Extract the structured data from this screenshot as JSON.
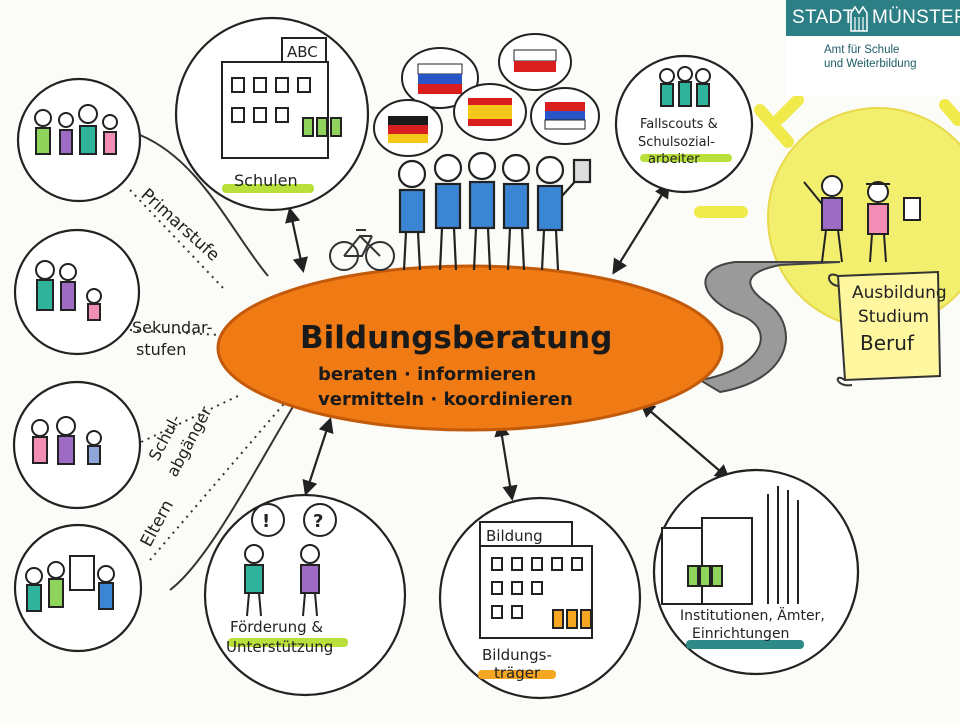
{
  "logo": {
    "part1": "STADT",
    "part2": "MÜNSTER",
    "line1": "Amt für Schule",
    "line2": "und Weiterbildung"
  },
  "colors": {
    "center": "#f07a14",
    "highlight_green": "#b9e03a",
    "highlight_teal": "#2e8a88",
    "highlight_orange": "#f5a623",
    "sun": "#f3ef6e",
    "scroll": "#fff6a0"
  },
  "center": {
    "title": "Bildungsberatung",
    "line1": "beraten · informieren",
    "line2": "vermitteln · koordinieren"
  },
  "flags": [
    "Russia",
    "Poland",
    "Germany",
    "Spain",
    "Serbia"
  ],
  "stages": {
    "primar": "Primarstufe",
    "sekundar1": "Sekundar-",
    "sekundar2": "stufen",
    "abg1": "Schul-",
    "abg2": "abgänger",
    "eltern": "Eltern"
  },
  "nodes": {
    "schulen": {
      "sign": "ABC",
      "label": "Schulen"
    },
    "fallscouts": {
      "line1": "Fallscouts &",
      "line2": "Schulsozial-",
      "line3": "arbeiter"
    },
    "foerderung": {
      "line1": "Förderung &",
      "line2": "Unterstützung"
    },
    "bildungstraeger": {
      "sign": "Bildung",
      "line1": "Bildungs-",
      "line2": "träger"
    },
    "institutionen": {
      "line1": "Institutionen, Ämter,",
      "line2": "Einrichtungen"
    }
  },
  "career": {
    "line1": "Ausbildung",
    "line2": "Studium",
    "line3": "Beruf"
  }
}
